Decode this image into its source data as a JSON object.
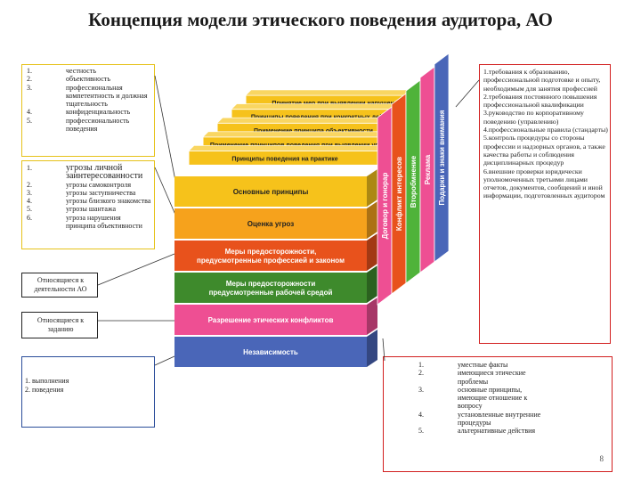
{
  "title": "Концепция модели этического поведения аудитора, АО",
  "principles_list": [
    {
      "num": "1.",
      "text": "честность"
    },
    {
      "num": "2.",
      "text": "объективность"
    },
    {
      "num": "3.",
      "text": "профессиональная компетентность и должная тщательность"
    },
    {
      "num": "4.",
      "text": "конфиденциальность"
    },
    {
      "num": "5.",
      "text": "профессиональность поведения"
    }
  ],
  "threats_list": [
    {
      "num": "1.",
      "text": "угрозы личной заинтересованности"
    },
    {
      "num": "2.",
      "text": "угрозы самоконтроля"
    },
    {
      "num": "3.",
      "text": "угрозы заступничества"
    },
    {
      "num": "4.",
      "text": "угрозы близкого знакомства"
    },
    {
      "num": "5.",
      "text": "угрозы шантажа"
    },
    {
      "num": "6.",
      "text": "угроза нарушения принципа объективности"
    }
  ],
  "ao_activity_label": "Относящиеся к деятельности АО",
  "task_label": "Относящиеся к заданию",
  "execution_list": "1. выполнения\n2. поведения",
  "requirements_text": "1.требования к образованию, профессиональной подготовке и опыту, необходимым для занятия профессией\n2.требования постоянного повышения профессиональной квалификации\n3.руководство по корпоративному поведению (управлению)\n4.профессиональные правила (стандарты)\n5.контроль процедуры со стороны профессии и надзорных органов, а также качества работы и соблюдения дисциплинарных процедур\n6.внешние проверки юридически уполномоченных третьими лицами отчетов, документов, сообщений и иной информации, подготовленных аудитором",
  "facts_list": [
    {
      "num": "1.",
      "text": "уместные факты"
    },
    {
      "num": "2.",
      "text": "имеющиеся этические проблемы"
    },
    {
      "num": "3.",
      "text": "основные принципы, имеющие отношение к вопросу"
    },
    {
      "num": "4.",
      "text": "установленные внутренние процедуры"
    },
    {
      "num": "5.",
      "text": "альтернативные действия"
    }
  ],
  "cube": {
    "stack_labels": [
      "Принятие мер при выявлении нарушений КЭ",
      "Принципы поведения при конкретных действиях",
      "Применение принципа объективности",
      "Применение принципов поведения при выявлении угроз",
      "Принципы поведения на практике"
    ],
    "front_layers": [
      {
        "label": "Основные принципы",
        "color": "#f6c21b",
        "text_color": "#222222"
      },
      {
        "label": "Оценка угроз",
        "color": "#f6a21c",
        "text_color": "#222222"
      },
      {
        "label": "Меры предосторожности, предусмотренные профессией и законом",
        "color": "#e8521c",
        "text_color": "#ffffff"
      },
      {
        "label": "Меры предосторожности предусмотренные рабочей средой",
        "color": "#3e8a2c",
        "text_color": "#ffffff"
      },
      {
        "label": "Разрешение этических конфликтов",
        "color": "#ee4f93",
        "text_color": "#ffffff"
      },
      {
        "label": "Независимость",
        "color": "#4a66b8",
        "text_color": "#ffffff"
      }
    ],
    "side_labels": [
      {
        "label": "Договор и гонорар",
        "color": "#ee4f93"
      },
      {
        "label": "Конфликт интересов",
        "color": "#e8521c"
      },
      {
        "label": "Второбмнение",
        "color": "#4fb33a"
      },
      {
        "label": "Реклама",
        "color": "#ee4f93"
      },
      {
        "label": "Подарки и знаки внимания",
        "color": "#4a66b8"
      }
    ]
  },
  "page_number": "8"
}
